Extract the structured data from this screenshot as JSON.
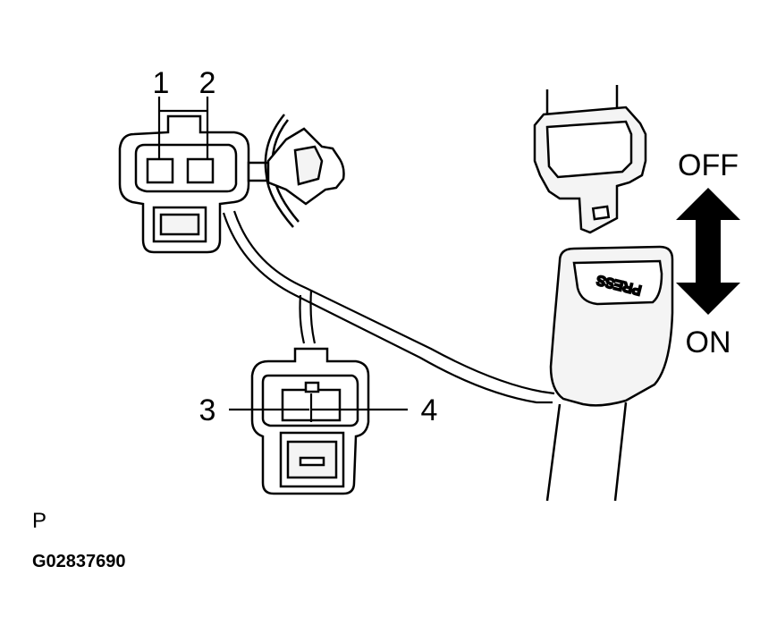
{
  "pin_labels": {
    "pin1": "1",
    "pin2": "2",
    "pin3": "3",
    "pin4": "4"
  },
  "buckle": {
    "press_text": "PRESS"
  },
  "direction": {
    "off": "OFF",
    "on": "ON"
  },
  "corner": {
    "letter": "P",
    "figure_code": "G02837690"
  }
}
